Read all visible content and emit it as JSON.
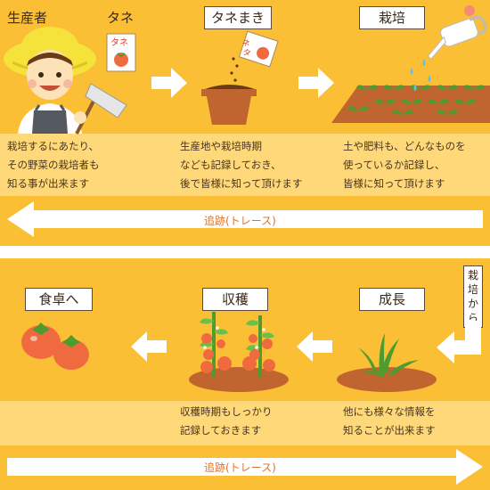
{
  "top": {
    "producer_label": "生産者",
    "seed_label": "タネ",
    "seed_packet_text": "タネ",
    "sowing_label": "タネまき",
    "cultivation_label": "栽培",
    "desc1": "栽培するにあたり、\nその野菜の栽培者も\n知る事が出来ます",
    "desc2": "生産地や栽培時期\nなども記録しておき、\n後で皆様に知って頂けます",
    "desc3": "土や肥料も、どんなものを\n使っているか記録し、\n皆様に知って頂けます",
    "trace_label": "追跡(トレース)"
  },
  "connector": {
    "label_chars": [
      "栽",
      "培",
      "か",
      "ら"
    ]
  },
  "bottom": {
    "table_label": "食卓へ",
    "harvest_label": "収穫",
    "growth_label": "成長",
    "desc_harvest": "収穫時期もしっかり\n記録しておきます",
    "desc_growth": "他にも様々な情報を\n知ることが出来ます",
    "trace_label": "追跡(トレース)"
  },
  "colors": {
    "band": "#fbbf35",
    "text_band": "#ffd979",
    "arrow": "#ffffff",
    "trace_text": "#d9752b",
    "soil": "#c0652f",
    "leaf": "#4f9b2f",
    "tomato": "#f06a3f"
  }
}
